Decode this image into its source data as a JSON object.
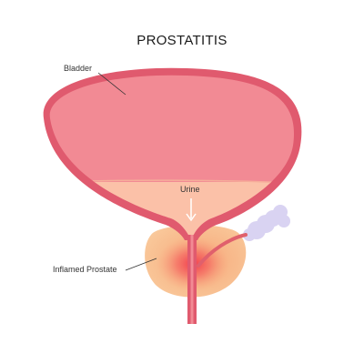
{
  "title": "PROSTATITIS",
  "labels": {
    "bladder": "Bladder",
    "urine": "Urine",
    "prostate": "Inflamed Prostate"
  },
  "colors": {
    "bladder_wall": "#e05a6e",
    "bladder_inner": "#f28a94",
    "urine": "#fbc1a8",
    "prostate": "#f9c393",
    "inflammation": "#f2354b",
    "seminal_vesicle": "#d9d3f2"
  }
}
